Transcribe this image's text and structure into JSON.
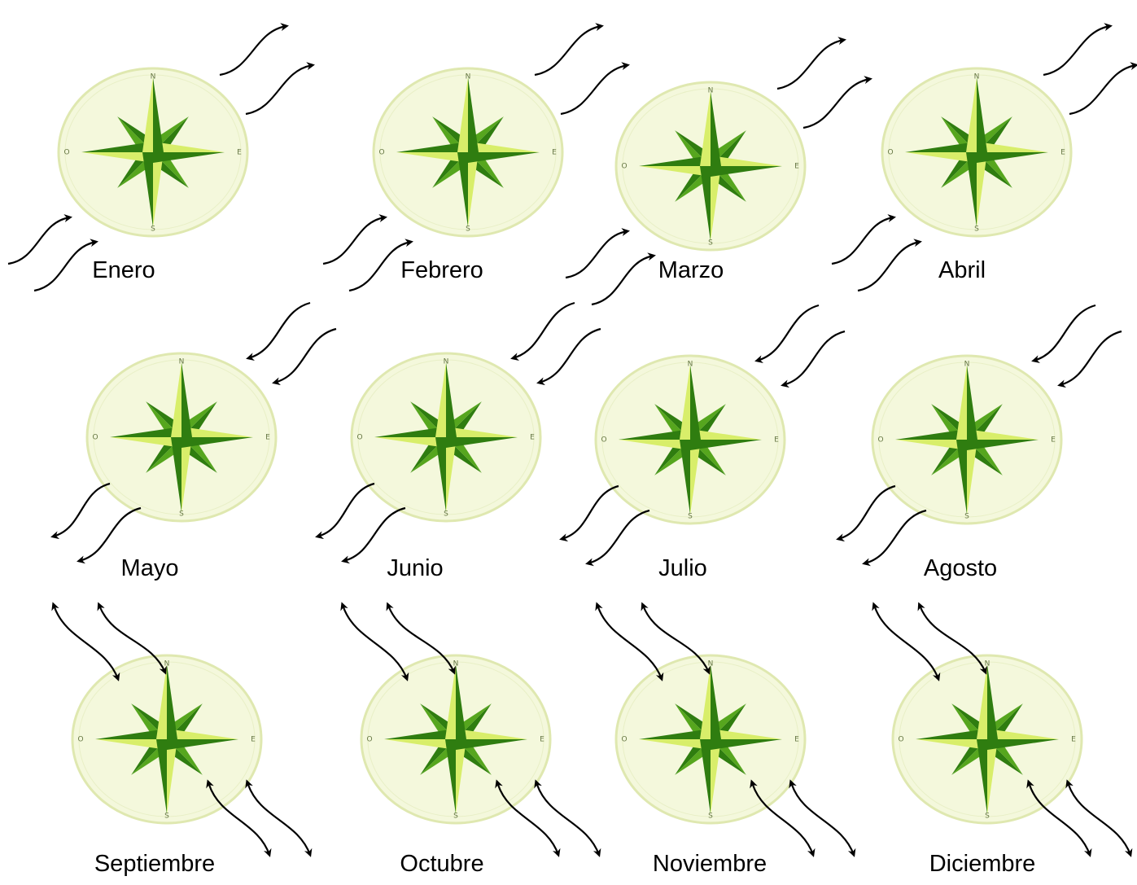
{
  "diagram": {
    "colors": {
      "compass_fill": "#f4f8dc",
      "compass_ring": "#dfe8b0",
      "point_dark": "#2f7d10",
      "point_mid": "#56a61e",
      "point_light": "#d8ee6a",
      "arrow": "#000000",
      "label": "#000000"
    },
    "compass_letters": {
      "north": "N",
      "south": "S",
      "east": "E",
      "west": "O"
    },
    "arrow_types": {
      "incoming_sw_to_ne": "wind from southwest toward northeast",
      "outgoing_ne_to_sw": "wind from northeast toward southwest",
      "double_headed_nw_se": "double-headed arrows along northwest–southeast axis"
    },
    "months": [
      {
        "label": "Enero",
        "arrows": "incoming_sw_to_ne"
      },
      {
        "label": "Febrero",
        "arrows": "incoming_sw_to_ne"
      },
      {
        "label": "Marzo",
        "arrows": "incoming_sw_to_ne"
      },
      {
        "label": "Abril",
        "arrows": "incoming_sw_to_ne"
      },
      {
        "label": "Mayo",
        "arrows": "outgoing_ne_to_sw"
      },
      {
        "label": "Junio",
        "arrows": "outgoing_ne_to_sw"
      },
      {
        "label": "Julio",
        "arrows": "outgoing_ne_to_sw"
      },
      {
        "label": "Agosto",
        "arrows": "outgoing_ne_to_sw"
      },
      {
        "label": "Septiembre",
        "arrows": "double_headed_nw_se"
      },
      {
        "label": "Octubre",
        "arrows": "double_headed_nw_se"
      },
      {
        "label": "Noviembre",
        "arrows": "double_headed_nw_se"
      },
      {
        "label": "Diciembre",
        "arrows": "double_headed_nw_se"
      }
    ]
  }
}
